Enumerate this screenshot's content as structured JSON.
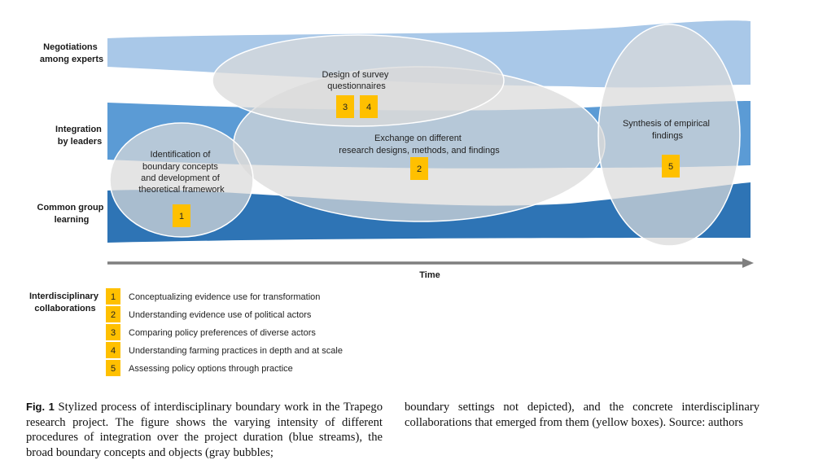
{
  "lanes": {
    "negotiations": [
      "Negotiations",
      "among experts"
    ],
    "integration": [
      "Integration",
      "by leaders"
    ],
    "learning": [
      "Common group",
      "learning"
    ]
  },
  "bubbles": {
    "identification": [
      "Identification of",
      "boundary concepts",
      "and development of",
      "theoretical framework"
    ],
    "survey": [
      "Design of survey",
      "questionnaires"
    ],
    "exchange": [
      "Exchange on different",
      "research designs, methods, and findings"
    ],
    "synthesis": [
      "Synthesis of empirical",
      "findings"
    ]
  },
  "boxes": {
    "b1": "1",
    "b2": "2",
    "b3": "3",
    "b4": "4",
    "b5": "5"
  },
  "time_label": "Time",
  "legend": {
    "title": [
      "Interdisciplinary",
      "collaborations"
    ],
    "items": [
      {
        "num": "1",
        "text": "Conceptualizing evidence use for transformation"
      },
      {
        "num": "2",
        "text": "Understanding evidence use of political actors"
      },
      {
        "num": "3",
        "text": "Comparing policy preferences of diverse actors"
      },
      {
        "num": "4",
        "text": "Understanding farming practices in depth and at scale"
      },
      {
        "num": "5",
        "text": "Assessing policy options through practice"
      }
    ]
  },
  "caption": {
    "fig_label": "Fig. 1",
    "left_text": " Stylized process of interdisciplinary boundary work in the Trapego research project. The figure shows the varying intensity of different procedures of integration over the project duration (blue streams), the broad boundary concepts and objects (gray bubbles;",
    "right_text": "boundary settings not depicted), and the concrete interdisciplinary collaborations that emerged from them (yellow boxes). Source: authors"
  },
  "colors": {
    "stream_light": "#a9c8e8",
    "stream_mid": "#5b9bd5",
    "stream_dark": "#2e74b5",
    "bubble": "#d9d9d9",
    "bubble_stroke": "#ffffff",
    "yellow": "#ffc000",
    "arrow": "#7f7f7f"
  }
}
